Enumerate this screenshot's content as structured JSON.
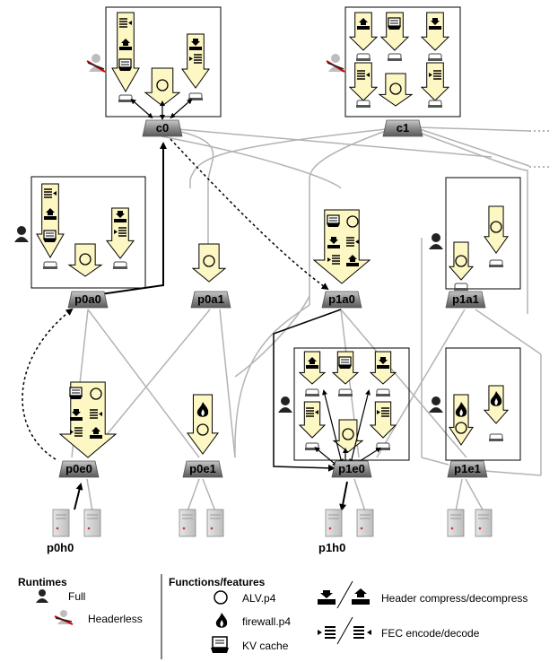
{
  "switches": {
    "c0": "c0",
    "c1": "c1",
    "p0a0": "p0a0",
    "p0a1": "p0a1",
    "p1a0": "p1a0",
    "p1a1": "p1a1",
    "p0e0": "p0e0",
    "p0e1": "p0e1",
    "p1e0": "p1e0",
    "p1e1": "p1e1"
  },
  "hosts": {
    "p0h0": "p0h0",
    "p1h0": "p1h0"
  },
  "legend": {
    "runtimes_title": "Runtimes",
    "full": "Full",
    "headerless": "Headerless",
    "functions_title": "Functions/features",
    "alv": "ALV.p4",
    "firewall": "firewall.p4",
    "kv_cache": "KV cache",
    "header_compress": "Header compress/decompress",
    "fec": "FEC encode/decode"
  },
  "colors": {
    "arrow_fill": "#fdf7c3",
    "link_gray": "#b3b3b3",
    "switch_fill": "#8c8c8c",
    "box_border": "#000000"
  }
}
